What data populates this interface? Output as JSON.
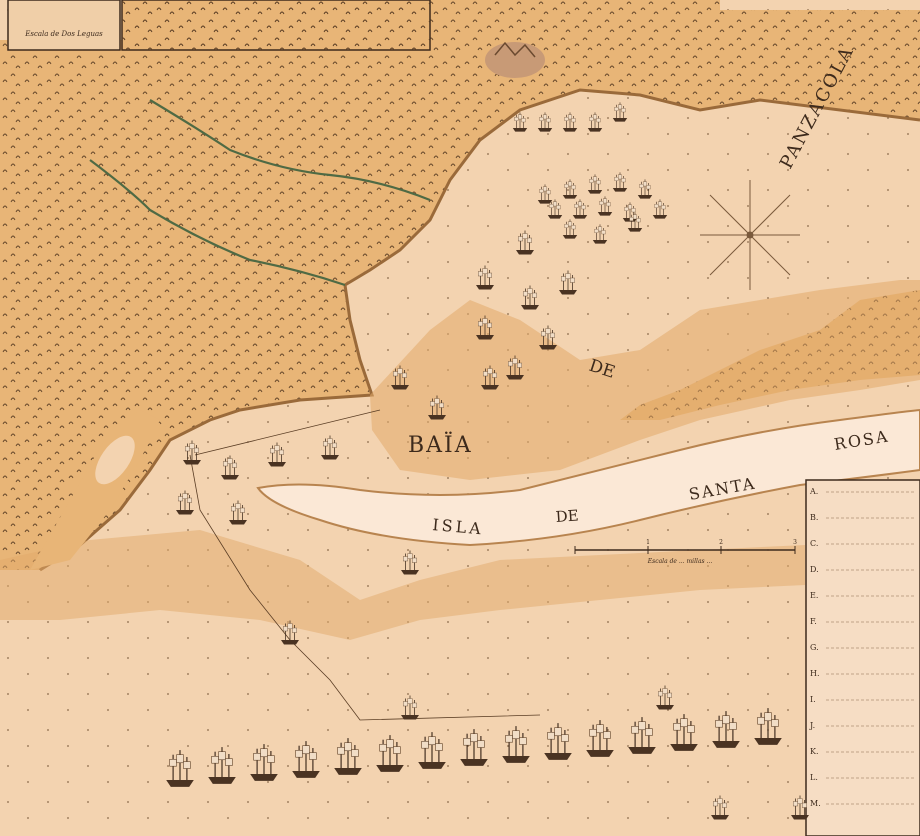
{
  "map": {
    "labels": {
      "panzacola": "PANZACOLA",
      "baia": "BAÏA",
      "de_north": "DE",
      "de_island": "DE",
      "isla": "ISLA",
      "santa": "SANTA",
      "rosa": "ROSA"
    },
    "inset": {
      "title": "Escala de Dos Leguas",
      "scale_text": "Escala de ..."
    },
    "scale_bar": {
      "caption": "Escala de ... millas ...",
      "ticks": [
        "1",
        "2",
        "3"
      ]
    },
    "legend": {
      "keys": [
        "A.",
        "B.",
        "C.",
        "D.",
        "E.",
        "F.",
        "G.",
        "H.",
        "I.",
        "J.",
        "K.",
        "L.",
        "M."
      ]
    },
    "colors": {
      "parchment": "#f3d3b0",
      "water": "#f5dcc2",
      "land": "#e8b577",
      "shore": "#c98c4a",
      "ink": "#3d2a1c",
      "island": "#fbe8d6"
    }
  }
}
